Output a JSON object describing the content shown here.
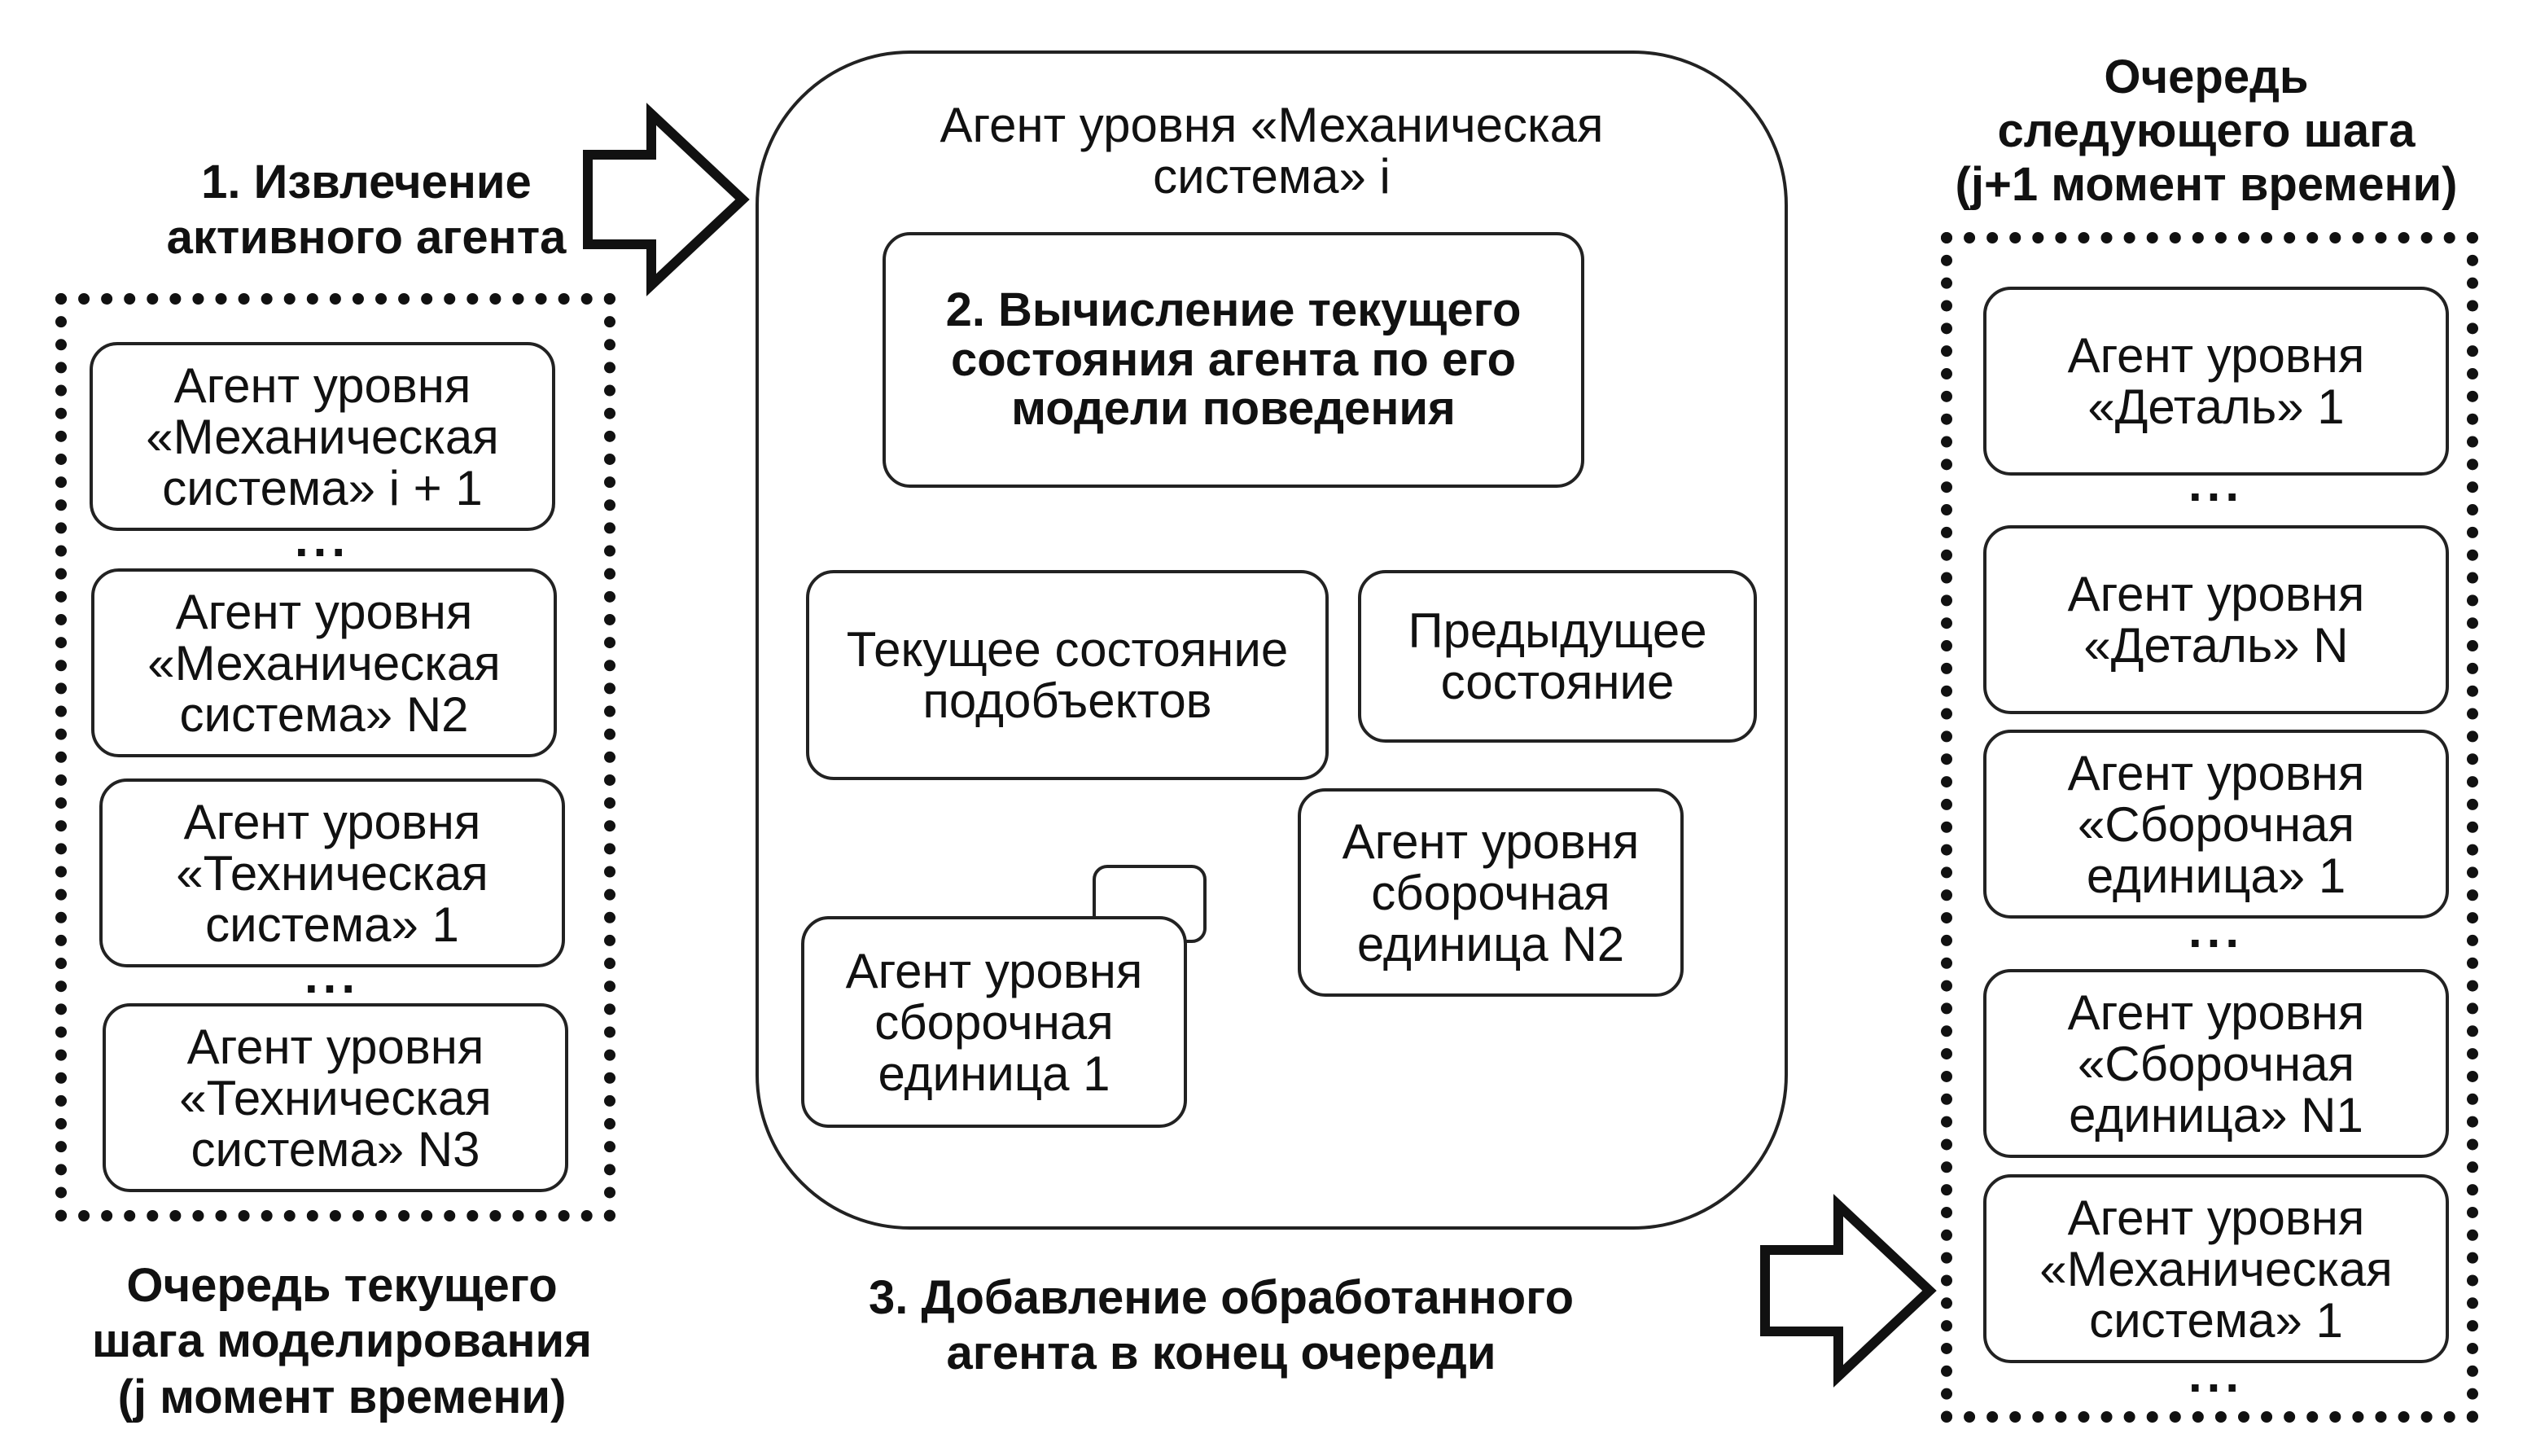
{
  "step1": [
    "1. Извлечение",
    "активного агента"
  ],
  "step3": [
    "3. Добавление обработанного",
    "агента в конец очереди"
  ],
  "current_queue": {
    "items": [
      [
        "Агент уровня",
        "«Механическая",
        "система» i + 1"
      ],
      [
        "Агент уровня",
        "«Механическая",
        "система» N2"
      ],
      [
        "Агент уровня",
        "«Техническая",
        "система» 1"
      ],
      [
        "Агент уровня",
        "«Техническая",
        "система» N3"
      ]
    ],
    "ellipsis": "...",
    "caption": [
      "Очередь текущего",
      "шага моделирования",
      "(j момент времени)"
    ]
  },
  "active_agent": {
    "title": [
      "Агент уровня «Механическая",
      "система» i"
    ],
    "compute_box": [
      "2. Вычисление текущего",
      "состояния агента по его",
      "модели поведения"
    ],
    "current_state": [
      "Текущее состояние",
      "подобъектов"
    ],
    "previous_state": [
      "Предыдущее",
      "состояние"
    ],
    "sub_agent_1": [
      "Агент уровня",
      "сборочная",
      "единица 1"
    ],
    "sub_agent_n2": [
      "Агент уровня",
      "сборочная",
      "единица N2"
    ],
    "sub_ellipsis": "..."
  },
  "next_queue": {
    "caption": [
      "Очередь",
      "следующего шага",
      "(j+1 момент времени)"
    ],
    "items": [
      [
        "Агент уровня",
        "«Деталь» 1"
      ],
      [
        "Агент уровня",
        "«Деталь» N"
      ],
      [
        "Агент уровня",
        "«Сборочная",
        "единица» 1"
      ],
      [
        "Агент уровня",
        "«Сборочная",
        "единица» N1"
      ],
      [
        "Агент уровня",
        "«Механическая",
        "система» 1"
      ]
    ],
    "ellipsis": "..."
  }
}
